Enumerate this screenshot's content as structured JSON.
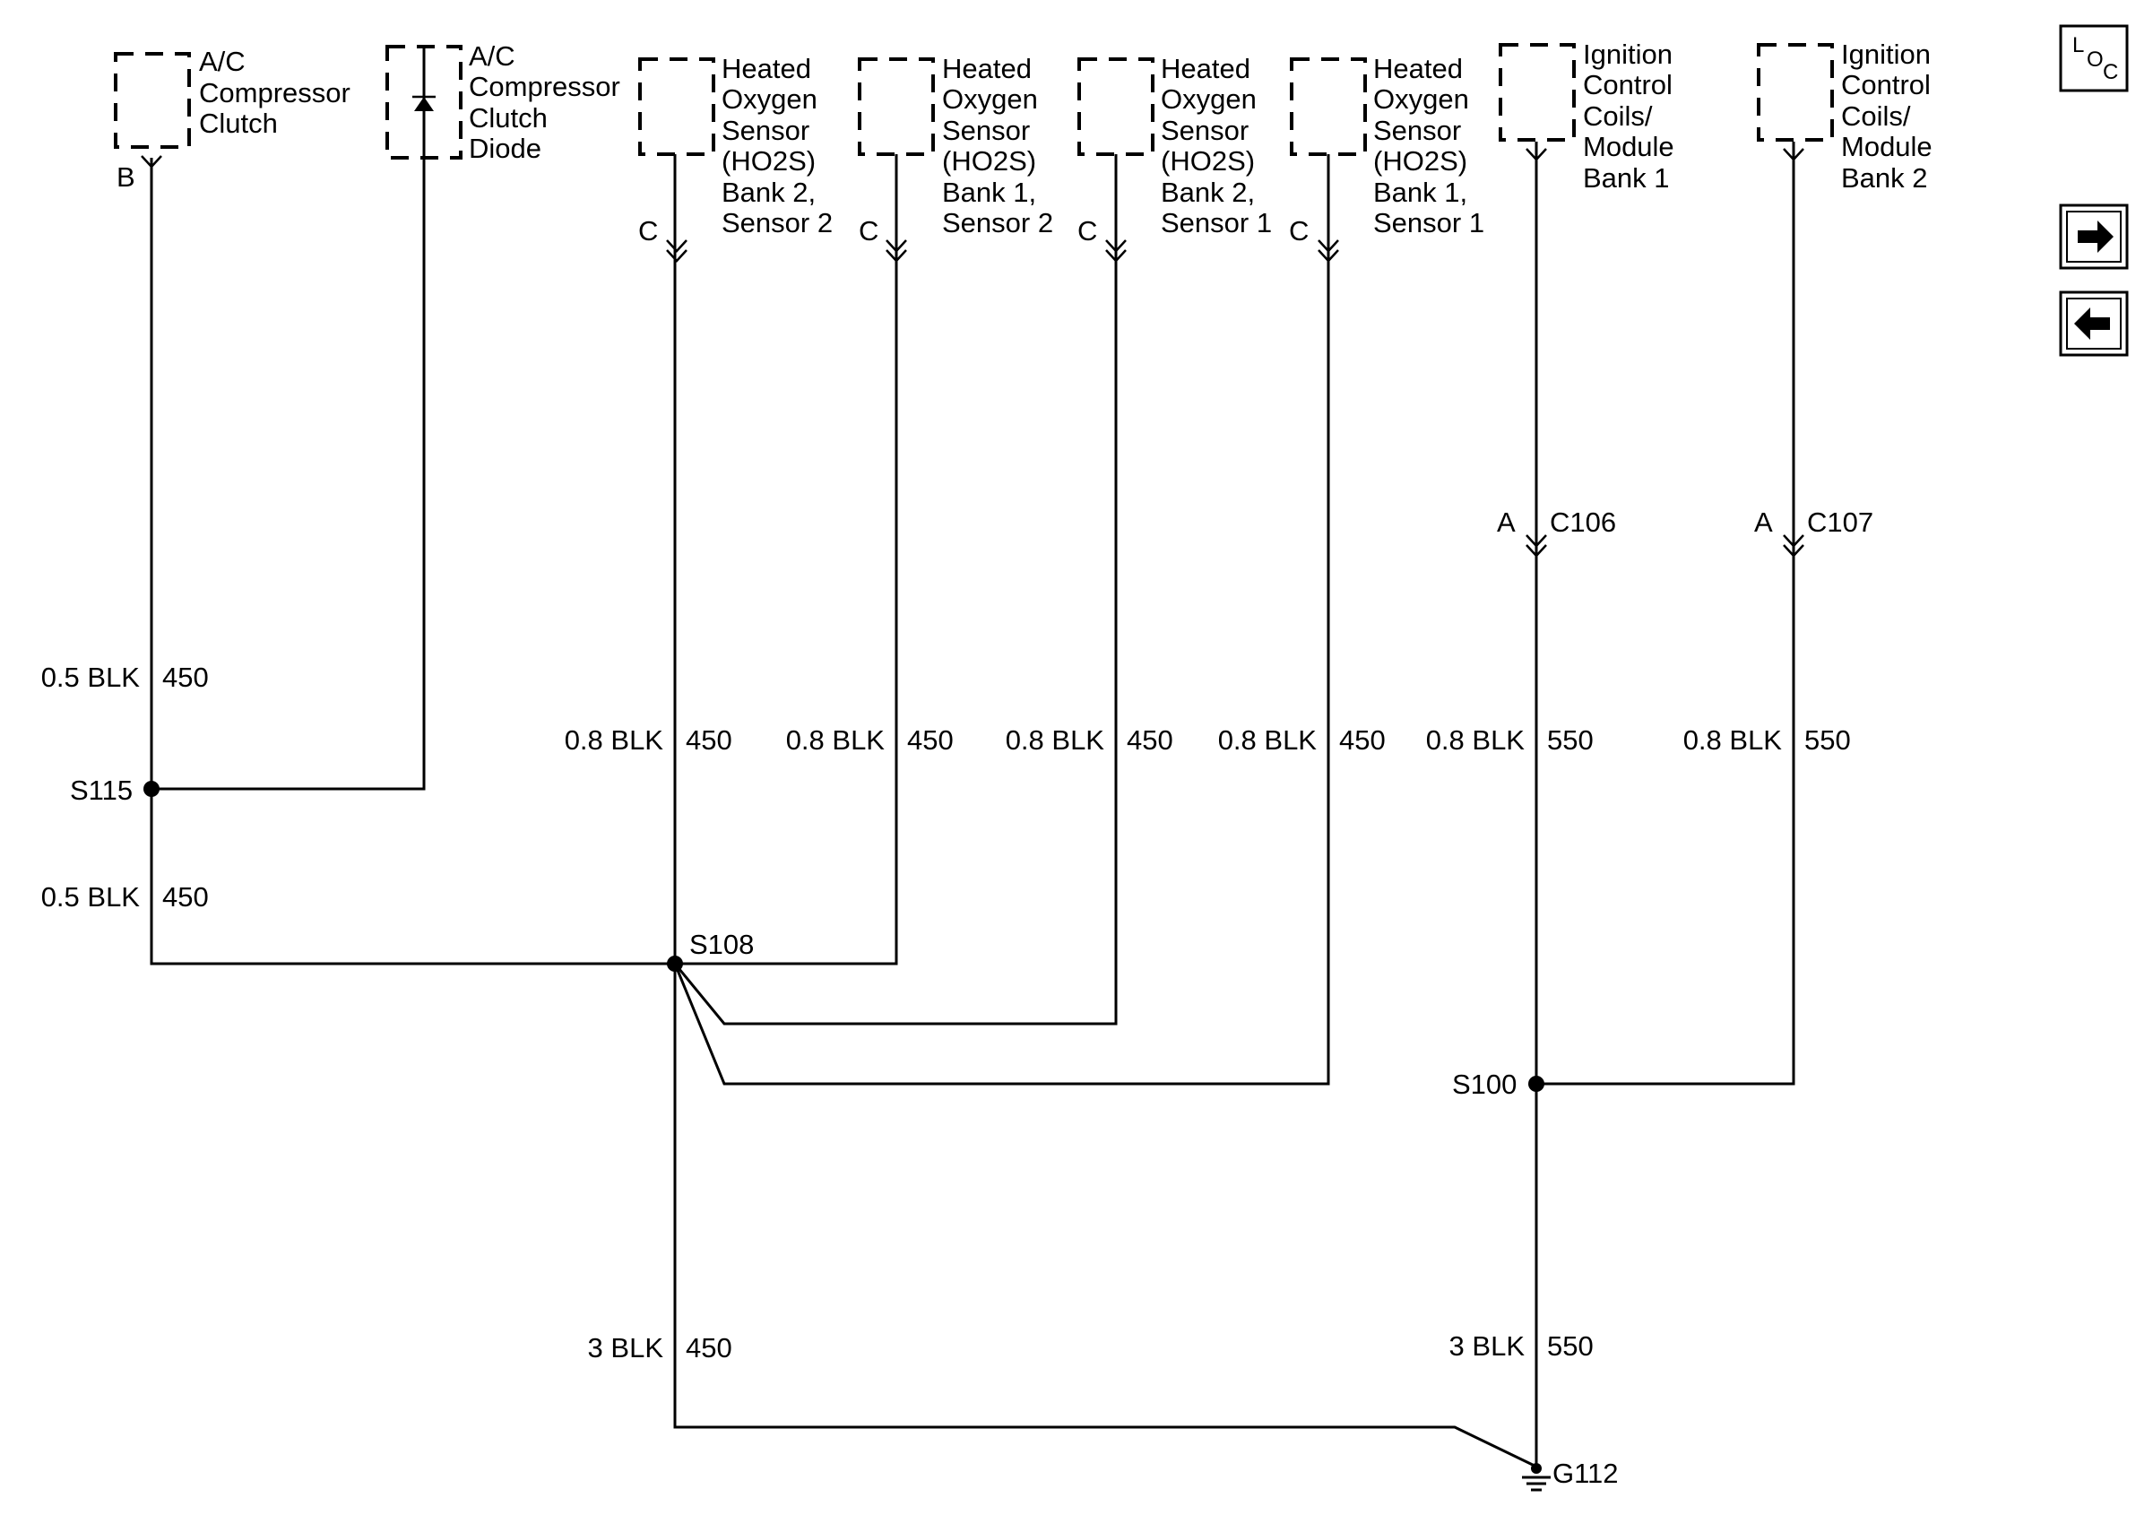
{
  "components": [
    {
      "id": "ac-clutch",
      "lines": [
        "A/C",
        "Compressor",
        "Clutch"
      ],
      "pin": "B"
    },
    {
      "id": "ac-diode",
      "lines": [
        "A/C",
        "Compressor",
        "Clutch",
        "Diode"
      ]
    },
    {
      "id": "ho2s-b2s2",
      "lines": [
        "Heated",
        "Oxygen",
        "Sensor",
        "(HO2S)",
        "Bank 2,",
        "Sensor 2"
      ],
      "pin": "C"
    },
    {
      "id": "ho2s-b1s2",
      "lines": [
        "Heated",
        "Oxygen",
        "Sensor",
        "(HO2S)",
        "Bank 1,",
        "Sensor 2"
      ],
      "pin": "C"
    },
    {
      "id": "ho2s-b2s1",
      "lines": [
        "Heated",
        "Oxygen",
        "Sensor",
        "(HO2S)",
        "Bank 2,",
        "Sensor 1"
      ],
      "pin": "C"
    },
    {
      "id": "ho2s-b1s1",
      "lines": [
        "Heated",
        "Oxygen",
        "Sensor",
        "(HO2S)",
        "Bank 1,",
        "Sensor 1"
      ],
      "pin": "C"
    },
    {
      "id": "icm-bank1",
      "lines": [
        "Ignition",
        "Control",
        "Coils/",
        "Module",
        "Bank 1"
      ]
    },
    {
      "id": "icm-bank2",
      "lines": [
        "Ignition",
        "Control",
        "Coils/",
        "Module",
        "Bank 2"
      ]
    }
  ],
  "connectors": [
    {
      "id": "c106",
      "pin": "A",
      "name": "C106"
    },
    {
      "id": "c107",
      "pin": "A",
      "name": "C107"
    }
  ],
  "wires": [
    {
      "id": "ac-clutch-upper",
      "gauge_color": "0.5 BLK",
      "circuit": "450"
    },
    {
      "id": "ac-clutch-lower",
      "gauge_color": "0.5 BLK",
      "circuit": "450"
    },
    {
      "id": "ho2s-b2s2",
      "gauge_color": "0.8 BLK",
      "circuit": "450"
    },
    {
      "id": "ho2s-b1s2",
      "gauge_color": "0.8 BLK",
      "circuit": "450"
    },
    {
      "id": "ho2s-b2s1",
      "gauge_color": "0.8 BLK",
      "circuit": "450"
    },
    {
      "id": "ho2s-b1s1",
      "gauge_color": "0.8 BLK",
      "circuit": "450"
    },
    {
      "id": "icm-bank1",
      "gauge_color": "0.8 BLK",
      "circuit": "550"
    },
    {
      "id": "icm-bank2",
      "gauge_color": "0.8 BLK",
      "circuit": "550"
    },
    {
      "id": "s108-ground",
      "gauge_color": "3 BLK",
      "circuit": "450"
    },
    {
      "id": "s100-ground",
      "gauge_color": "3 BLK",
      "circuit": "550"
    }
  ],
  "splices": {
    "s115": "S115",
    "s108": "S108",
    "s100": "S100"
  },
  "ground": "G112",
  "nav": {
    "loc_big": "L",
    "loc_o": "O",
    "loc_c": "C",
    "next_icon": "arrow-right-icon",
    "prev_icon": "arrow-left-icon"
  }
}
